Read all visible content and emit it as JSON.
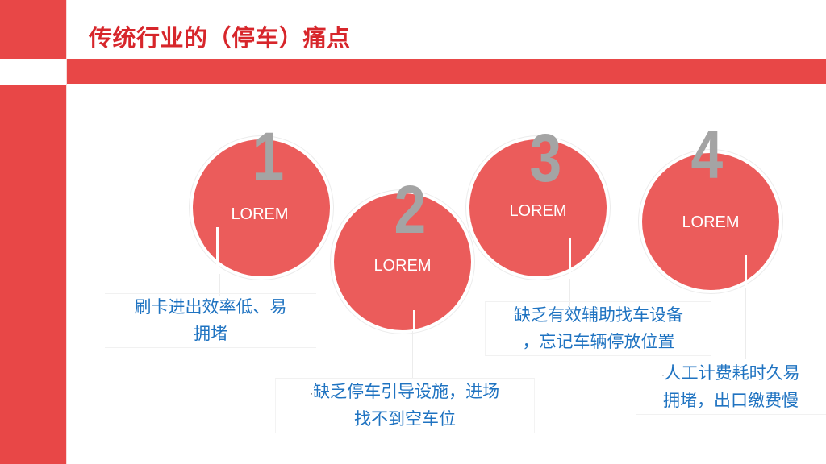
{
  "slide": {
    "title": "传统行业的（停车）痛点",
    "colors": {
      "accent_red": "#e84747",
      "title_red": "#d7262b",
      "circle_red": "#eb5c5b",
      "number_grey": "#a4a4a4",
      "text_blue": "#1f73c1"
    }
  },
  "pain_points": [
    {
      "number": "1",
      "label": "LOREM",
      "description": "刷卡进出效率低、易拥堵"
    },
    {
      "number": "2",
      "label": "LOREM",
      "description": "缺乏停车引导设施，进场找不到空车位"
    },
    {
      "number": "3",
      "label": "LOREM",
      "description": "缺乏有效辅助找车设备，忘记车辆停放位置"
    },
    {
      "number": "4",
      "label": "LOREM",
      "description": "人工计费耗时久易拥堵，出口缴费慢"
    }
  ],
  "desc_lines": {
    "p1": [
      "刷卡进出效率低、易",
      "拥堵"
    ],
    "p2": [
      "缺乏停车引导设施，进场",
      "找不到空车位"
    ],
    "p3": [
      "缺乏有效辅助找车设备",
      "，忘记车辆停放位置"
    ],
    "p4": [
      "人工计费耗时久易",
      "拥堵，出口缴费慢"
    ]
  },
  "bullet_dot": "."
}
